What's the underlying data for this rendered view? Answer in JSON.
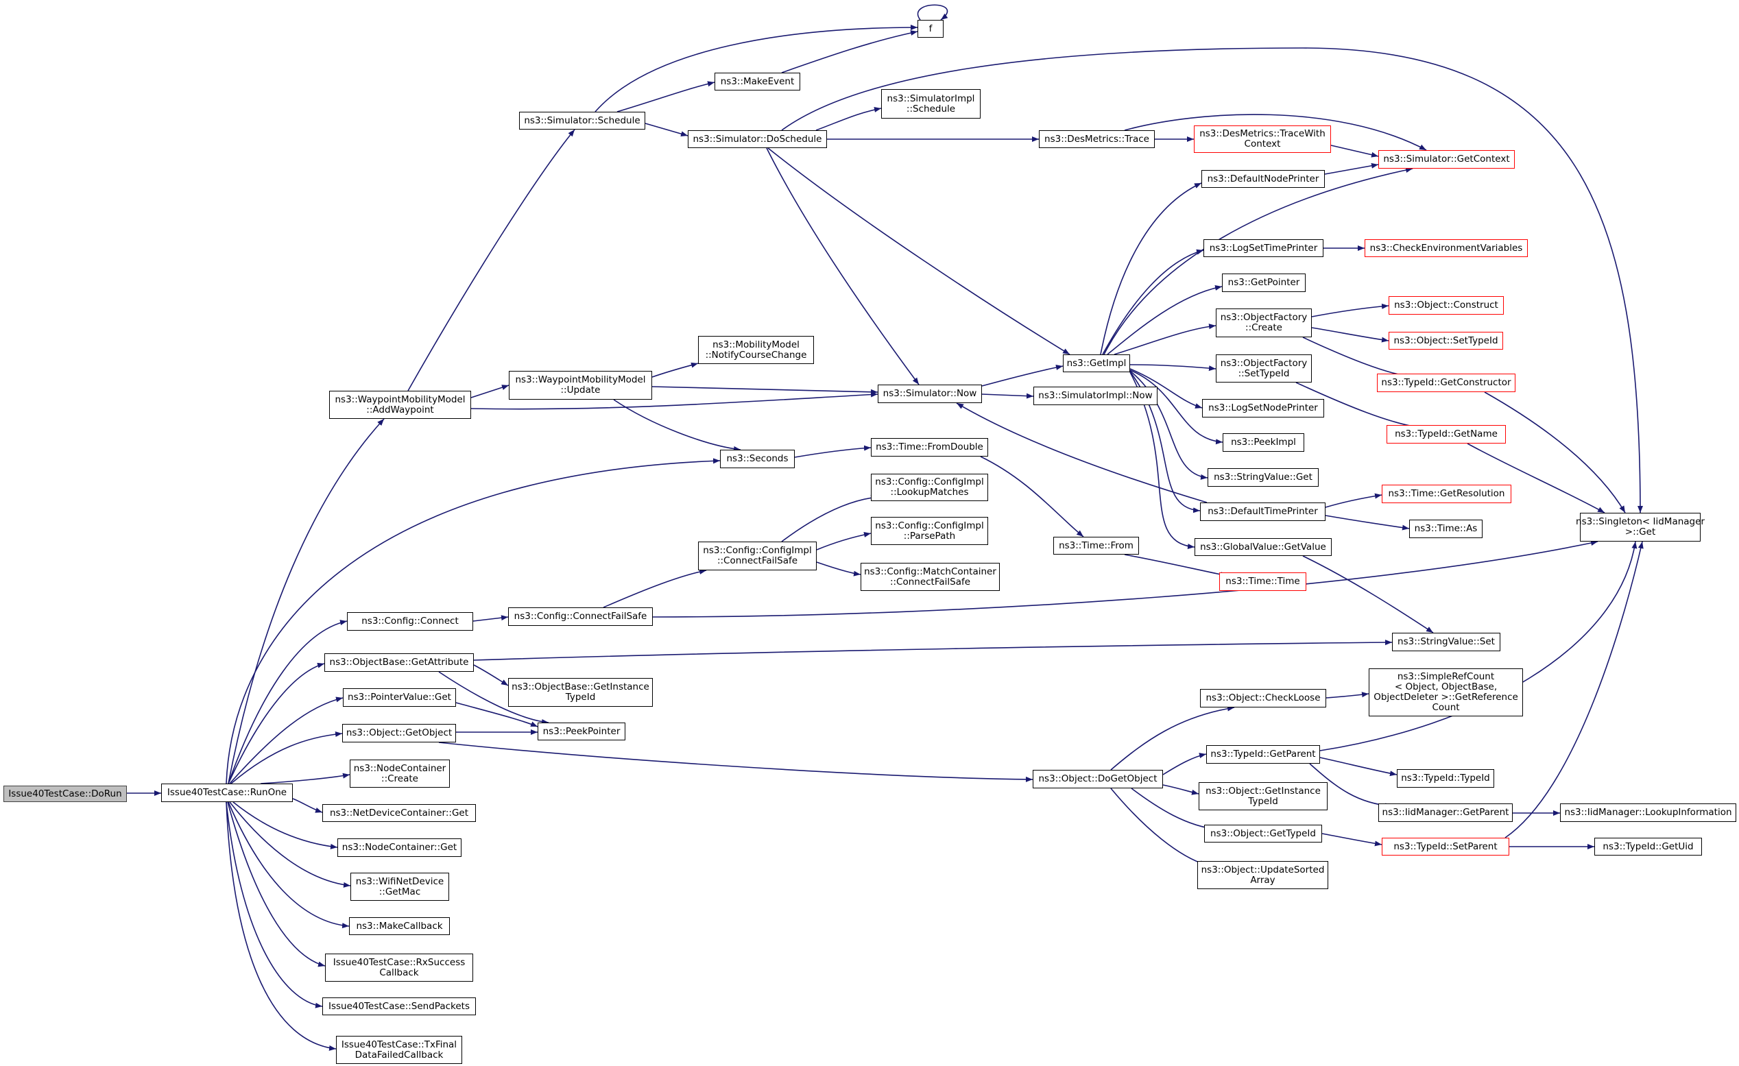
{
  "graph": {
    "edge_color": "#191970",
    "node_border_color": "#000000",
    "incomplete_node_border_color": "#ff0000",
    "root_fill_color": "#bfbfbf",
    "nodes": [
      {
        "id": "doRun",
        "lines": [
          "Issue40TestCase::DoRun"
        ],
        "root": true
      },
      {
        "id": "runOne",
        "lines": [
          "Issue40TestCase::RunOne"
        ]
      },
      {
        "id": "f",
        "lines": [
          "f"
        ]
      },
      {
        "id": "makeEvent",
        "lines": [
          "ns3::MakeEvent"
        ]
      },
      {
        "id": "schedule",
        "lines": [
          "ns3::Simulator::Schedule"
        ]
      },
      {
        "id": "doSchedule",
        "lines": [
          "ns3::Simulator::DoSchedule"
        ]
      },
      {
        "id": "simImplSchedule",
        "lines": [
          "ns3::SimulatorImpl",
          "::Schedule"
        ]
      },
      {
        "id": "desTrace",
        "lines": [
          "ns3::DesMetrics::Trace"
        ]
      },
      {
        "id": "desTraceCtx",
        "lines": [
          "ns3::DesMetrics::TraceWith",
          "Context"
        ],
        "red": true
      },
      {
        "id": "getContext",
        "lines": [
          "ns3::Simulator::GetContext"
        ],
        "red": true
      },
      {
        "id": "defNodePrinter",
        "lines": [
          "ns3::DefaultNodePrinter"
        ]
      },
      {
        "id": "logSetTimePrinter",
        "lines": [
          "ns3::LogSetTimePrinter"
        ]
      },
      {
        "id": "checkEnv",
        "lines": [
          "ns3::CheckEnvironmentVariables"
        ],
        "red": true
      },
      {
        "id": "getPointer",
        "lines": [
          "ns3::GetPointer"
        ]
      },
      {
        "id": "objFactCreate",
        "lines": [
          "ns3::ObjectFactory",
          "::Create"
        ]
      },
      {
        "id": "objConstruct",
        "lines": [
          "ns3::Object::Construct"
        ],
        "red": true
      },
      {
        "id": "objSetTypeId",
        "lines": [
          "ns3::Object::SetTypeId"
        ],
        "red": true
      },
      {
        "id": "getImpl",
        "lines": [
          "ns3::GetImpl"
        ]
      },
      {
        "id": "objFactSetTypeId",
        "lines": [
          "ns3::ObjectFactory",
          "::SetTypeId"
        ]
      },
      {
        "id": "getConstructor",
        "lines": [
          "ns3::TypeId::GetConstructor"
        ],
        "red": true
      },
      {
        "id": "logSetNodePrinter",
        "lines": [
          "ns3::LogSetNodePrinter"
        ]
      },
      {
        "id": "getName",
        "lines": [
          "ns3::TypeId::GetName"
        ],
        "red": true
      },
      {
        "id": "peekImpl",
        "lines": [
          "ns3::PeekImpl"
        ]
      },
      {
        "id": "stringValueGet",
        "lines": [
          "ns3::StringValue::Get"
        ]
      },
      {
        "id": "getResolution",
        "lines": [
          "ns3::Time::GetResolution"
        ],
        "red": true
      },
      {
        "id": "defTimePrinter",
        "lines": [
          "ns3::DefaultTimePrinter"
        ]
      },
      {
        "id": "timeAs",
        "lines": [
          "ns3::Time::As"
        ]
      },
      {
        "id": "singletonGet",
        "lines": [
          "ns3::Singleton< IidManager",
          ">::Get"
        ]
      },
      {
        "id": "globalValueGet",
        "lines": [
          "ns3::GlobalValue::GetValue"
        ]
      },
      {
        "id": "timeTime",
        "lines": [
          "ns3::Time::Time"
        ],
        "red": true
      },
      {
        "id": "timeFrom",
        "lines": [
          "ns3::Time::From"
        ]
      },
      {
        "id": "stringValueSet",
        "lines": [
          "ns3::StringValue::Set"
        ]
      },
      {
        "id": "notifyCourse",
        "lines": [
          "ns3::MobilityModel",
          "::NotifyCourseChange"
        ]
      },
      {
        "id": "wpmUpdate",
        "lines": [
          "ns3::WaypointMobilityModel",
          "::Update"
        ]
      },
      {
        "id": "addWaypoint",
        "lines": [
          "ns3::WaypointMobilityModel",
          "::AddWaypoint"
        ]
      },
      {
        "id": "simNow",
        "lines": [
          "ns3::Simulator::Now"
        ]
      },
      {
        "id": "simImplNow",
        "lines": [
          "ns3::SimulatorImpl::Now"
        ]
      },
      {
        "id": "seconds",
        "lines": [
          "ns3::Seconds"
        ]
      },
      {
        "id": "timeFromDouble",
        "lines": [
          "ns3::Time::FromDouble"
        ]
      },
      {
        "id": "lookupMatches",
        "lines": [
          "ns3::Config::ConfigImpl",
          "::LookupMatches"
        ]
      },
      {
        "id": "parsePath",
        "lines": [
          "ns3::Config::ConfigImpl",
          "::ParsePath"
        ]
      },
      {
        "id": "cfgImplConnect",
        "lines": [
          "ns3::Config::ConfigImpl",
          "::ConnectFailSafe"
        ]
      },
      {
        "id": "matchContainer",
        "lines": [
          "ns3::Config::MatchContainer",
          "::ConnectFailSafe"
        ]
      },
      {
        "id": "cfgConnect",
        "lines": [
          "ns3::Config::Connect"
        ]
      },
      {
        "id": "cfgConnectFS",
        "lines": [
          "ns3::Config::ConnectFailSafe"
        ]
      },
      {
        "id": "getAttribute",
        "lines": [
          "ns3::ObjectBase::GetAttribute"
        ]
      },
      {
        "id": "getInstanceTypeIdOB",
        "lines": [
          "ns3::ObjectBase::GetInstance",
          "TypeId"
        ]
      },
      {
        "id": "pointerValueGet",
        "lines": [
          "ns3::PointerValue::Get"
        ]
      },
      {
        "id": "peekPointer",
        "lines": [
          "ns3::PeekPointer"
        ]
      },
      {
        "id": "objGetObject",
        "lines": [
          "ns3::Object::GetObject"
        ]
      },
      {
        "id": "checkLoose",
        "lines": [
          "ns3::Object::CheckLoose"
        ]
      },
      {
        "id": "simpleRefCount",
        "lines": [
          "ns3::SimpleRefCount",
          "< Object, ObjectBase,",
          "ObjectDeleter >::GetReference",
          "Count"
        ]
      },
      {
        "id": "typeIdGetParent",
        "lines": [
          "ns3::TypeId::GetParent"
        ]
      },
      {
        "id": "typeIdTypeId",
        "lines": [
          "ns3::TypeId::TypeId"
        ]
      },
      {
        "id": "doGetObject",
        "lines": [
          "ns3::Object::DoGetObject"
        ]
      },
      {
        "id": "nodeContainerCreate",
        "lines": [
          "ns3::NodeContainer",
          "::Create"
        ]
      },
      {
        "id": "objGetInstanceTypeId",
        "lines": [
          "ns3::Object::GetInstance",
          "TypeId"
        ]
      },
      {
        "id": "iidGetParent",
        "lines": [
          "ns3::IidManager::GetParent"
        ]
      },
      {
        "id": "lookupInfo",
        "lines": [
          "ns3::IidManager::LookupInformation"
        ]
      },
      {
        "id": "netDeviceGet",
        "lines": [
          "ns3::NetDeviceContainer::Get"
        ]
      },
      {
        "id": "objGetTypeId",
        "lines": [
          "ns3::Object::GetTypeId"
        ]
      },
      {
        "id": "typeIdSetParent",
        "lines": [
          "ns3::TypeId::SetParent"
        ],
        "red": true
      },
      {
        "id": "getUid",
        "lines": [
          "ns3::TypeId::GetUid"
        ]
      },
      {
        "id": "nodeContainerGet",
        "lines": [
          "ns3::NodeContainer::Get"
        ]
      },
      {
        "id": "updateSorted",
        "lines": [
          "ns3::Object::UpdateSorted",
          "Array"
        ]
      },
      {
        "id": "wifiGetMac",
        "lines": [
          "ns3::WifiNetDevice",
          "::GetMac"
        ]
      },
      {
        "id": "makeCallback",
        "lines": [
          "ns3::MakeCallback"
        ]
      },
      {
        "id": "rxSuccess",
        "lines": [
          "Issue40TestCase::RxSuccess",
          "Callback"
        ]
      },
      {
        "id": "sendPackets",
        "lines": [
          "Issue40TestCase::SendPackets"
        ]
      },
      {
        "id": "txFinal",
        "lines": [
          "Issue40TestCase::TxFinal",
          "DataFailedCallback"
        ]
      }
    ]
  }
}
